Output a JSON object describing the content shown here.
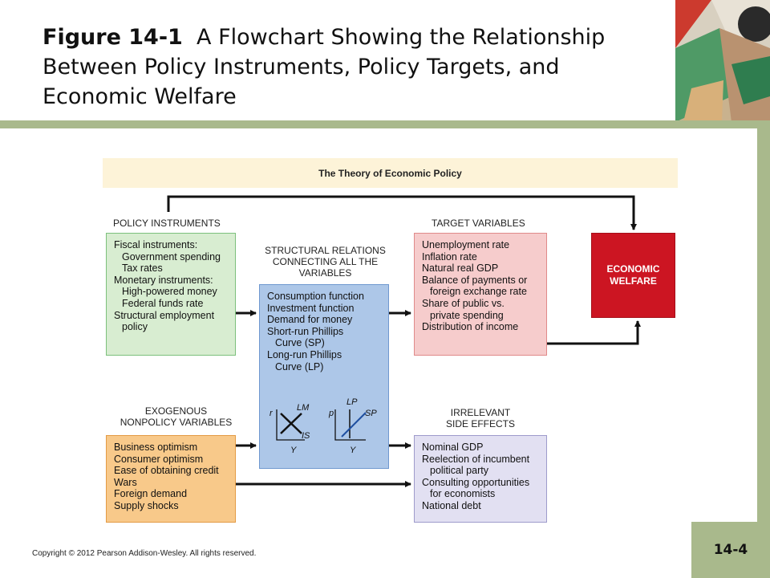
{
  "slide": {
    "title_number": "Figure 14-1",
    "title_text": "A Flowchart Showing the Relationship Between Policy Instruments, Policy Targets, and Economic Welfare",
    "copyright": "Copyright © 2012 Pearson Addison-Wesley. All rights reserved.",
    "slide_number": "14-4"
  },
  "diagram": {
    "banner": "The Theory of Economic Policy",
    "policy_instruments": {
      "heading": "POLICY INSTRUMENTS",
      "lines": [
        {
          "text": "Fiscal instruments:",
          "indent": false
        },
        {
          "text": "Government spending",
          "indent": true
        },
        {
          "text": "Tax rates",
          "indent": true
        },
        {
          "text": "Monetary instruments:",
          "indent": false
        },
        {
          "text": "High-powered money",
          "indent": true
        },
        {
          "text": "Federal funds rate",
          "indent": true
        },
        {
          "text": "Structural employment",
          "indent": false
        },
        {
          "text": "policy",
          "indent": true
        }
      ]
    },
    "structural_relations": {
      "heading_lines": [
        "STRUCTURAL RELATIONS",
        "CONNECTING ALL THE",
        "VARIABLES"
      ],
      "lines": [
        {
          "text": "Consumption function",
          "indent": false
        },
        {
          "text": "Investment function",
          "indent": false
        },
        {
          "text": "Demand for money",
          "indent": false
        },
        {
          "text": "Short-run Phillips",
          "indent": false
        },
        {
          "text": "Curve (SP)",
          "indent": true
        },
        {
          "text": "Long-run Phillips",
          "indent": false
        },
        {
          "text": "Curve (LP)",
          "indent": true
        }
      ],
      "mini_graphs": {
        "g1": {
          "yaxis": "r",
          "xaxis": "Y",
          "curve_a": "LM",
          "curve_b": "IS"
        },
        "g2": {
          "yaxis": "p",
          "xaxis": "Y",
          "curve_a": "LP",
          "curve_b": "SP"
        }
      }
    },
    "target_variables": {
      "heading": "TARGET VARIABLES",
      "lines": [
        {
          "text": "Unemployment rate",
          "indent": false
        },
        {
          "text": "Inflation rate",
          "indent": false
        },
        {
          "text": "Natural real GDP",
          "indent": false
        },
        {
          "text": "Balance of payments or",
          "indent": false
        },
        {
          "text": "foreign exchange rate",
          "indent": true
        },
        {
          "text": "Share of public vs.",
          "indent": false
        },
        {
          "text": "private spending",
          "indent": true
        },
        {
          "text": "Distribution of income",
          "indent": false
        }
      ]
    },
    "economic_welfare": {
      "lines": [
        "ECONOMIC",
        "WELFARE"
      ]
    },
    "exogenous": {
      "heading_lines": [
        "EXOGENOUS",
        "NONPOLICY VARIABLES"
      ],
      "lines": [
        {
          "text": "Business optimism",
          "indent": false
        },
        {
          "text": "Consumer optimism",
          "indent": false
        },
        {
          "text": "Ease of obtaining credit",
          "indent": false
        },
        {
          "text": "Wars",
          "indent": false
        },
        {
          "text": "Foreign demand",
          "indent": false
        },
        {
          "text": "Supply shocks",
          "indent": false
        }
      ]
    },
    "irrelevant": {
      "heading_lines": [
        "IRRELEVANT",
        "SIDE EFFECTS"
      ],
      "lines": [
        {
          "text": "Nominal GDP",
          "indent": false
        },
        {
          "text": "Reelection of incumbent",
          "indent": false
        },
        {
          "text": "political party",
          "indent": true
        },
        {
          "text": "Consulting opportunities",
          "indent": false
        },
        {
          "text": "for economists",
          "indent": true
        },
        {
          "text": "National debt",
          "indent": false
        }
      ]
    }
  },
  "colors": {
    "policy_fill": "#d8edd1",
    "structural_fill": "#adc7e8",
    "target_fill": "#f6cccc",
    "welfare_fill": "#cc1522",
    "exogenous_fill": "#f8c98a",
    "irrelevant_fill": "#e2e0f2",
    "banner_fill": "#fdf3d8",
    "frame_green": "#a9b98c",
    "mini_graph_line": "#1f4fa0"
  }
}
